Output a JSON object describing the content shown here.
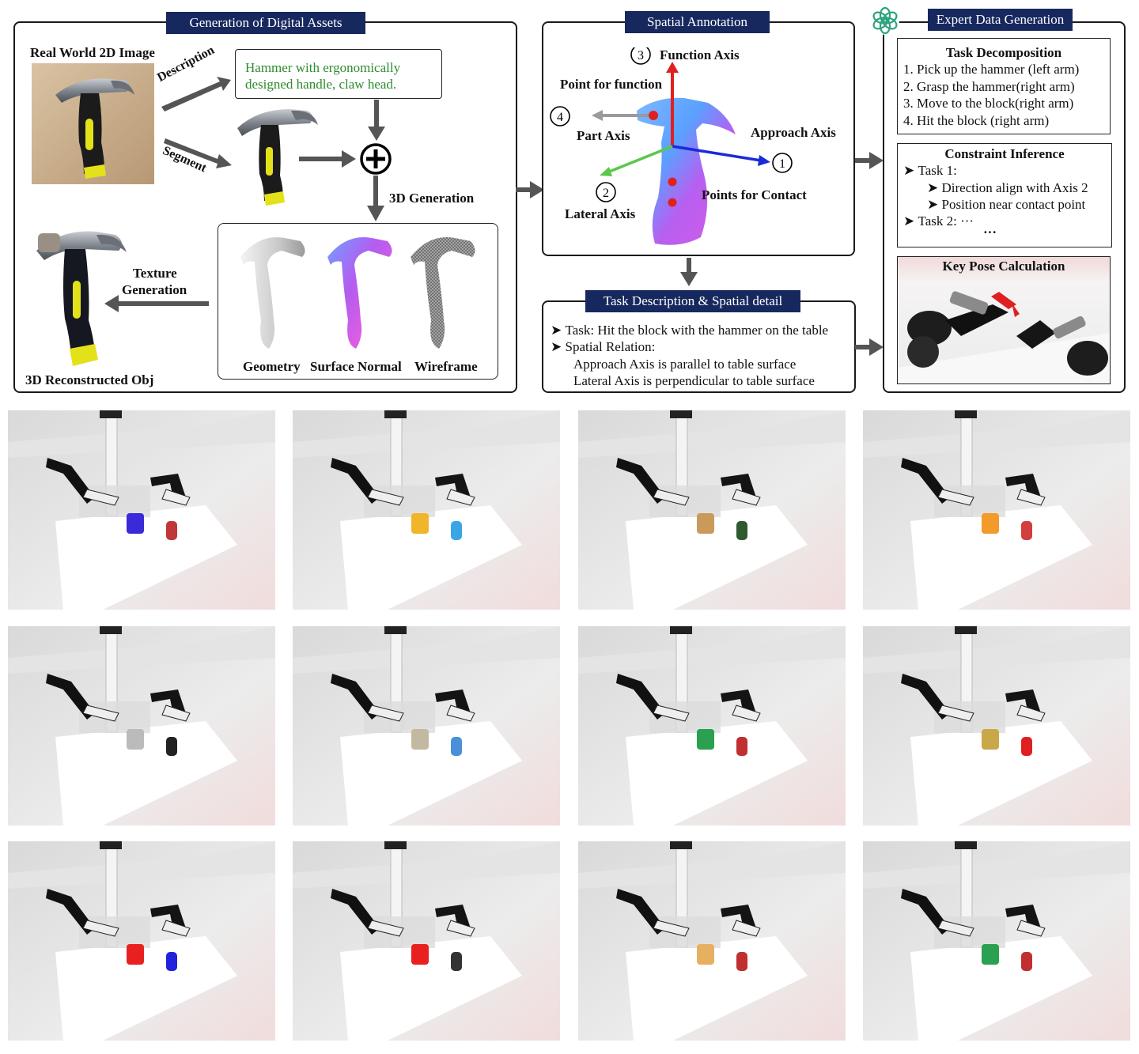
{
  "digital_assets": {
    "title": "Generation of Digital Assets",
    "real_image_label": "Real World 2D Image",
    "description_arrow": "Description",
    "segment_arrow": "Segment",
    "description_text": [
      "Hammer with ergonomically",
      "designed handle, claw head."
    ],
    "gen3d_label": "3D Generation",
    "texture_label": [
      "Texture",
      "Generation"
    ],
    "reconstructed_label": "3D Reconstructed Obj",
    "render_labels": [
      "Geometry",
      "Surface Normal",
      "Wireframe"
    ]
  },
  "spatial_annotation": {
    "title": "Spatial Annotation",
    "function_axis": "Function Axis",
    "point_for_function": "Point for function",
    "part_axis": "Part Axis",
    "approach_axis": "Approach Axis",
    "lateral_axis": "Lateral Axis",
    "points_for_contact": "Points for Contact",
    "n1": "1",
    "n2": "2",
    "n3": "3",
    "n4": "4"
  },
  "task_description": {
    "title": "Task Description & Spatial detail",
    "task": "Task: Hit the block with the  hammer on the table",
    "relation": "Spatial Relation:",
    "rel1": "Approach Axis is parallel to table surface",
    "rel2": "Lateral  Axis is perpendicular to table surface"
  },
  "expert": {
    "title": "Expert Data Generation",
    "decomp_title": "Task Decomposition",
    "decomp": [
      "1.   Pick up the hammer (left arm)",
      "2.   Grasp the hammer(right arm)",
      "3.   Move to the block(right arm)",
      "4.   Hit the block (right arm)"
    ],
    "constraint_title": "Constraint Inference",
    "task1": "Task 1:",
    "c1": "Direction align with Axis 2",
    "c2": "Position near contact point",
    "task2": "Task 2: ···",
    "ellipsis": "···",
    "keypose_title": "Key Pose Calculation"
  },
  "colors": {
    "tag_bg": "#17285e",
    "desc_green": "#2e8b2e",
    "function_axis": "#e02020",
    "approach_axis": "#1a2bd8",
    "lateral_axis": "#5ac84a",
    "part_axis": "#9a9a9a"
  }
}
